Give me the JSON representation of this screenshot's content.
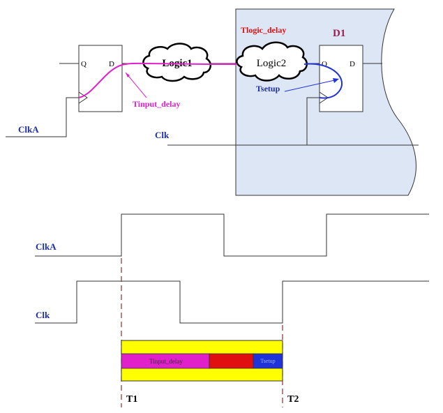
{
  "circuit": {
    "region_label": "Tlogic_delay",
    "dest_ff_label": "D1",
    "src_ff": {
      "q": "Q",
      "d": "D"
    },
    "dst_ff": {
      "q": "Q",
      "d": "D"
    },
    "logic1": "Logic1",
    "logic2": "Logic2",
    "tinput_label": "Tinput_delay",
    "tsetup_label": "Tsetup",
    "clka_label": "ClkA",
    "clk_label": "Clk"
  },
  "waveforms": {
    "clka_label": "ClkA",
    "clk_label": "Clk"
  },
  "timing_bar": {
    "tinput_label": "Tinput_delay",
    "tsetup_label": "Tsetup",
    "t1": "T1",
    "t2": "T2"
  },
  "colors": {
    "blue_label": "#1f2fa8",
    "magenta": "#e020c8",
    "red": "#e01010",
    "yellow": "#ffff00",
    "blue_segment": "#1f33d8",
    "region_fill": "#dde6f5"
  }
}
